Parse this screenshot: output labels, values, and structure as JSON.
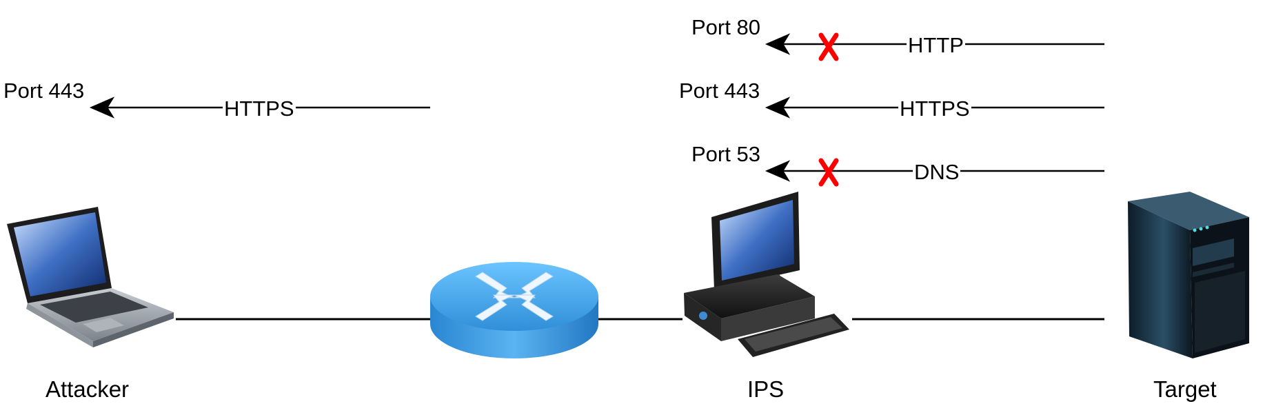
{
  "devices": {
    "attacker": {
      "label": "Attacker",
      "icon": "laptop-icon"
    },
    "router": {
      "label": "",
      "icon": "router-icon"
    },
    "ips": {
      "label": "IPS",
      "icon": "desktop-computer-icon"
    },
    "target": {
      "label": "Target",
      "icon": "server-tower-icon"
    }
  },
  "attacker_flows": [
    {
      "port": "Port 443",
      "protocol": "HTTPS",
      "blocked": false
    }
  ],
  "ips_flows": [
    {
      "port": "Port 80",
      "protocol": "HTTP",
      "blocked": true
    },
    {
      "port": "Port 443",
      "protocol": "HTTPS",
      "blocked": false
    },
    {
      "port": "Port 53",
      "protocol": "DNS",
      "blocked": true
    }
  ],
  "colors": {
    "block_mark": "#ff0000",
    "router_blue": "#3a9be0",
    "line": "#000000"
  }
}
